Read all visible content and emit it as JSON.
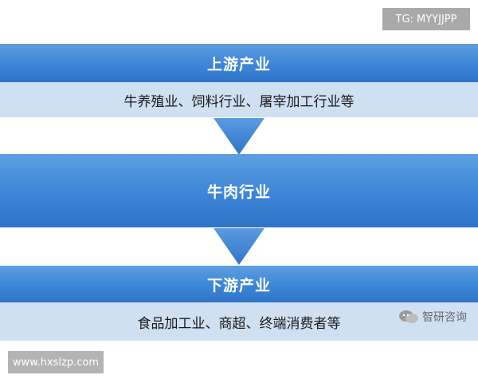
{
  "header_tag": "TG: MYYJJPP",
  "footer_tag": "www.hxslzp.com",
  "flow": [
    {
      "title": "上游产业",
      "desc": "牛养殖业、饲料行业、屠宰加工行业等"
    },
    {
      "title": "牛肉行业"
    },
    {
      "title": "下游产业",
      "desc": "食品加工业、商超、终端消费者等"
    }
  ],
  "watermark": "智研咨询",
  "colors": {
    "band_blue": "#3f87d8",
    "desc_bg": "#cfe0f3",
    "tag_bg": "#a9a9a9"
  }
}
